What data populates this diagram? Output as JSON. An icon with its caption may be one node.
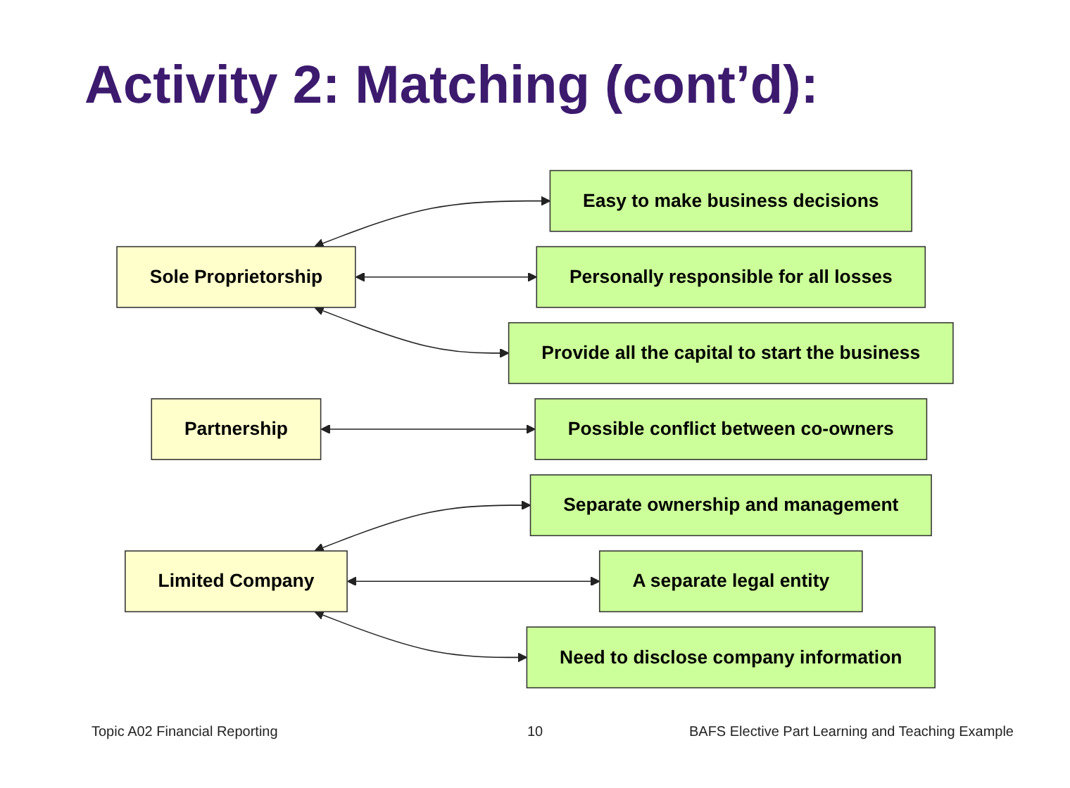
{
  "diagram": {
    "title": "Activity 2: Matching (cont’d):",
    "nodes": [
      {
        "text": [
          "Sole Proprietorship"
        ]
      },
      {
        "text": [
          "Partnership"
        ]
      },
      {
        "text": [
          "Limited Company"
        ]
      },
      {
        "text": [
          "Easy to make business decisions"
        ]
      },
      {
        "text": [
          "Possible conflict between co-owners"
        ]
      },
      {
        "text": [
          "Separate ownership and management"
        ]
      },
      {
        "text": [
          "Personally responsible for all losses"
        ]
      },
      {
        "text": [
          "Provide all the capital to start the business"
        ]
      },
      {
        "text": [
          "A separate legal entity"
        ]
      },
      {
        "text": [
          "Need to disclose company information"
        ]
      }
    ],
    "edges": [
      {
        "from": 0,
        "to": 3,
        "arrow": "both"
      },
      {
        "from": 0,
        "to": 6,
        "arrow": "both"
      },
      {
        "from": 0,
        "to": 7,
        "arrow": "both"
      },
      {
        "from": 1,
        "to": 4,
        "arrow": "both"
      },
      {
        "from": 2,
        "to": 5,
        "arrow": "both"
      },
      {
        "from": 2,
        "to": 8,
        "arrow": "both"
      },
      {
        "from": 2,
        "to": 9,
        "arrow": "both"
      }
    ],
    "labels": [
      "Topic A02 Financial Reporting",
      "10",
      "BAFS Elective Part Learning and Teaching Example"
    ]
  }
}
